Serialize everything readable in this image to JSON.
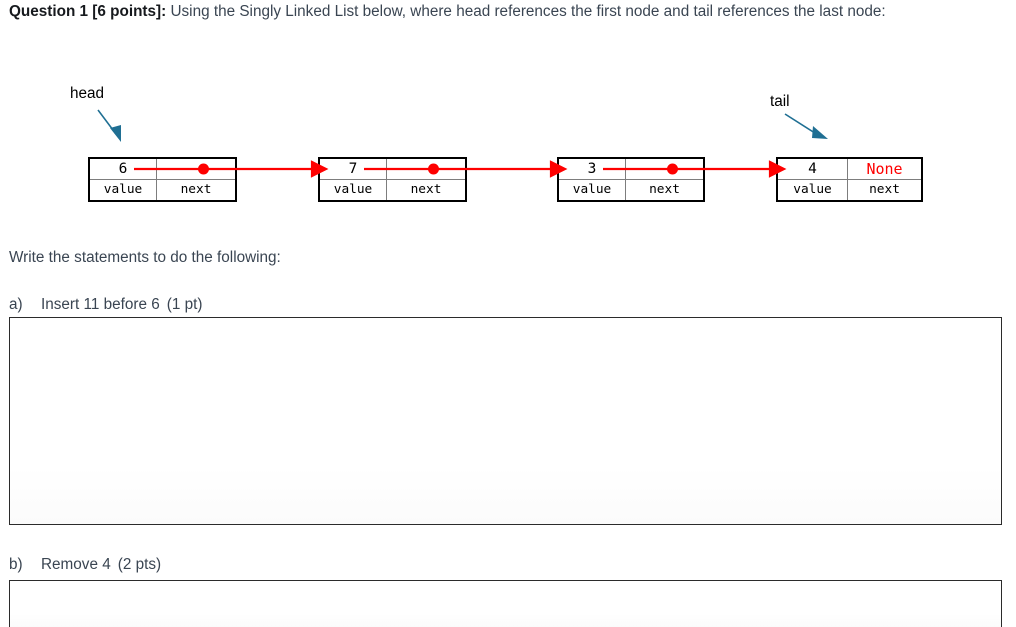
{
  "question": {
    "label": "Question 1 [6 points]:",
    "body": " Using the Singly Linked List below, where head references the first node and tail references the last node:"
  },
  "diagram": {
    "head_label": "head",
    "tail_label": "tail",
    "head_arrow_icon": "arrow-down-right-icon",
    "tail_arrow_icon": "arrow-down-right-icon",
    "arrow_color": "#1f6f93",
    "link_color": "#fe0000",
    "value_caption": "value",
    "next_caption": "next",
    "nodes": [
      {
        "value": "6",
        "next": "",
        "next_is_none": false
      },
      {
        "value": "7",
        "next": "",
        "next_is_none": false
      },
      {
        "value": "3",
        "next": "",
        "next_is_none": false
      },
      {
        "value": "4",
        "next": "None",
        "next_is_none": true
      }
    ]
  },
  "prompt": "Write the statements to do the following:",
  "parts": [
    {
      "letter": "a)",
      "text": "Insert 11 before 6",
      "points": "(1 pt)",
      "answer": ""
    },
    {
      "letter": "b)",
      "text": "Remove 4",
      "points": "(2 pts)",
      "answer": ""
    }
  ]
}
